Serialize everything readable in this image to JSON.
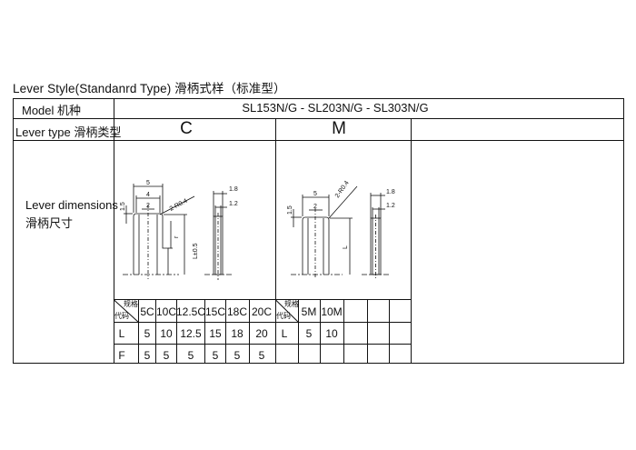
{
  "title": "Lever Style(Standanrd Type) 滑柄式样（标准型）",
  "row_model": {
    "label": "Model  机种",
    "value": "SL153N/G - SL203N/G - SL303N/G"
  },
  "row_type": {
    "label": "Lever type 滑柄类型",
    "type_c": "C",
    "type_m": "M"
  },
  "row_dimensions": {
    "label_en": "Lever dimensions",
    "label_cn": "滑柄尺寸"
  },
  "drawing_c": {
    "dim_5": "5",
    "dim_4": "4",
    "dim_2": "2",
    "radius": "2-R0.4",
    "dim_1_5": "1.5",
    "dim_r": "r",
    "dim_L": "L±0.5",
    "dim_1_8": "1.8",
    "dim_1_2": "1.2"
  },
  "drawing_m": {
    "dim_5": "5",
    "dim_2": "2",
    "radius": "2-R0.4",
    "dim_1_5": "1.5",
    "dim_L": "L",
    "dim_1_8": "1.8",
    "dim_1_2": "1.2"
  },
  "spec_table": {
    "corner_top": "规格",
    "corner_bottom": "代码",
    "c_headers": [
      "5C",
      "10C",
      "12.5C",
      "15C",
      "18C",
      "20C"
    ],
    "c_L": [
      "5",
      "10",
      "12.5",
      "15",
      "18",
      "20"
    ],
    "c_F": [
      "5",
      "5",
      "5",
      "5",
      "5",
      "5"
    ],
    "m_headers": [
      "5M",
      "10M"
    ],
    "m_L": [
      "5",
      "10"
    ],
    "row_labels": [
      "L",
      "F"
    ]
  }
}
